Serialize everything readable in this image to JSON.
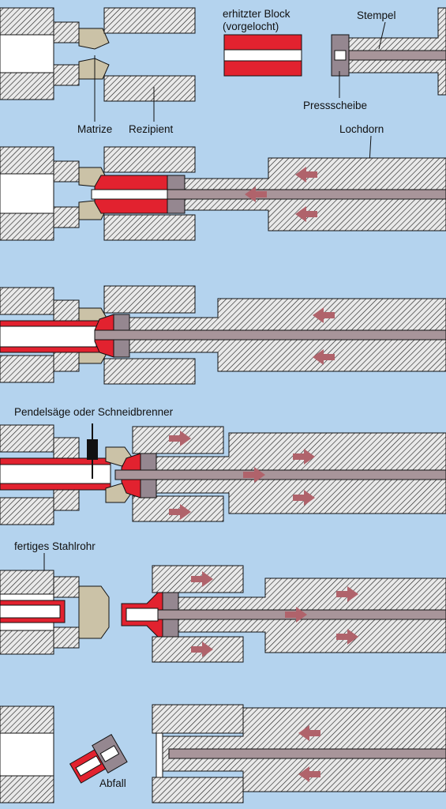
{
  "labels": {
    "heated_block": [
      "erhitzter Block",
      "(vorgelocht)"
    ],
    "ram": "Stempel",
    "press_disc": "Pressscheibe",
    "die": "Matrize",
    "container": "Rezipient",
    "mandrel": "Lochdorn",
    "saw": "Pendelsäge oder Schneidbrenner",
    "finished_tube": "fertiges Stahlrohr",
    "scrap": "Abfall"
  },
  "colors": {
    "background": "#b4d3ee",
    "hot_metal": "#e2222f",
    "steel_hatch": "#1b1b1b",
    "ram_rod": "#a8959a",
    "arrow": "#b0636b",
    "die_shade": "#cbc2a7",
    "press_disc": "#958790"
  },
  "steps": [
    {
      "step": 1,
      "ram_arrows": "none"
    },
    {
      "step": 2,
      "ram_arrows": "left"
    },
    {
      "step": 3,
      "ram_arrows": "left"
    },
    {
      "step": 4,
      "ram_arrows": "right"
    },
    {
      "step": 5,
      "ram_arrows": "right"
    },
    {
      "step": 6,
      "ram_arrows": "left"
    }
  ]
}
